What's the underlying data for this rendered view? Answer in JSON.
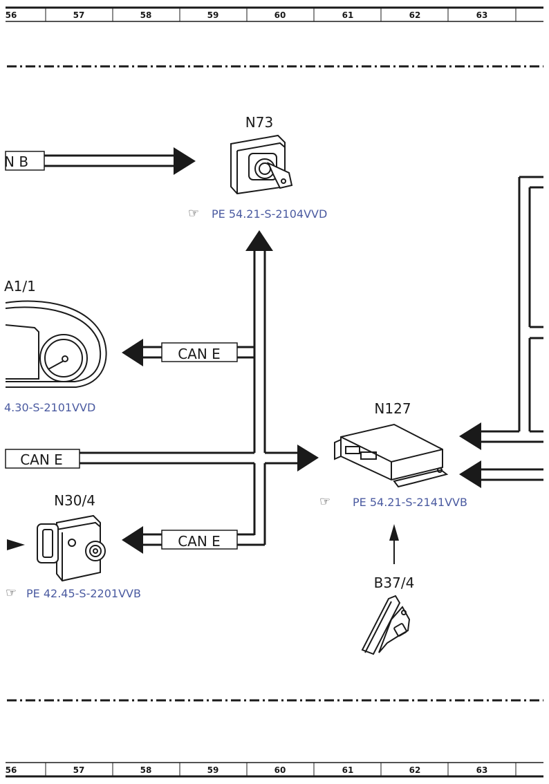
{
  "ruler": {
    "columns": [
      "56",
      "57",
      "58",
      "59",
      "60",
      "61",
      "62",
      "63"
    ]
  },
  "components": {
    "n73": {
      "id": "N73",
      "ref": "PE 54.21-S-2104VVD"
    },
    "a1_1": {
      "id": "A1/1",
      "ref": "4.30-S-2101VVD"
    },
    "n127": {
      "id": "N127",
      "ref": "PE 54.21-S-2141VVB"
    },
    "n30_4": {
      "id": "N30/4",
      "ref": "PE 42.45-S-2201VVB"
    },
    "b37_4": {
      "id": "B37/4"
    }
  },
  "buses": {
    "can_b": "N B",
    "can_e_top": "CAN E",
    "can_e_left": "CAN E",
    "can_e_bottom": "CAN E"
  },
  "icons": {
    "reference": "pointing-hand-icon"
  }
}
